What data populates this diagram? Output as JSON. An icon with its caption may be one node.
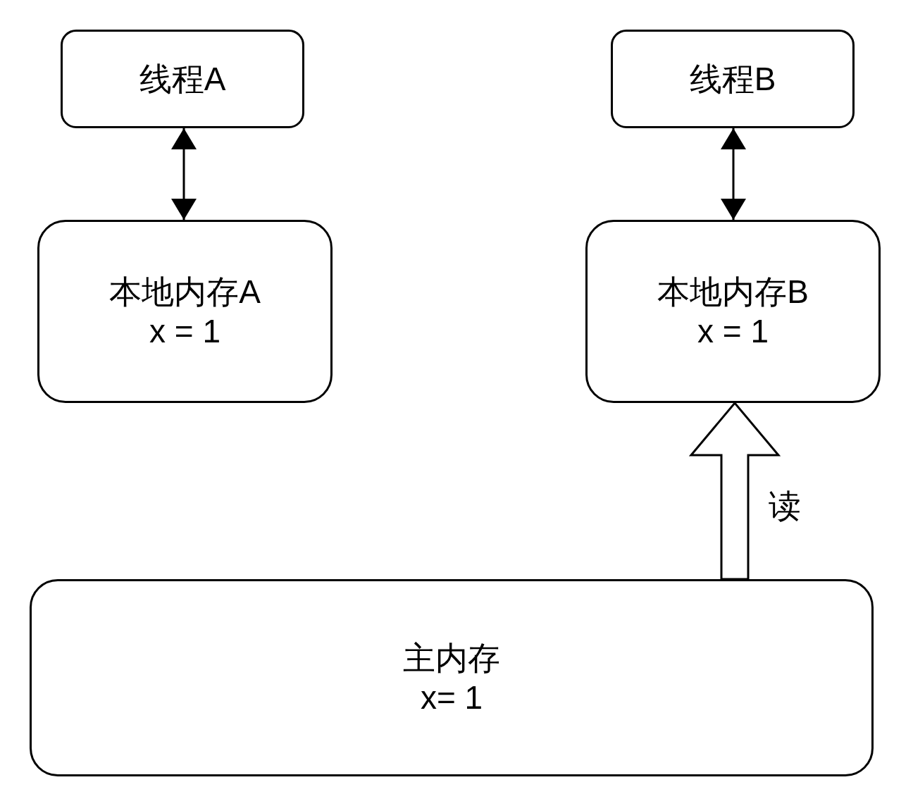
{
  "diagram": {
    "nodes": [
      {
        "text": [
          "线程A"
        ]
      },
      {
        "text": [
          "线程B"
        ]
      },
      {
        "text": [
          "本地内存A",
          "x = 1"
        ]
      },
      {
        "text": [
          "本地内存B",
          "x = 1"
        ]
      },
      {
        "text": [
          "主内存",
          "x= 1"
        ]
      }
    ],
    "edges": [
      {
        "from": 0,
        "to": 2,
        "arrow": "both"
      },
      {
        "from": 1,
        "to": 3,
        "arrow": "both"
      },
      {
        "from": 4,
        "to": 3,
        "arrow": "to",
        "label": "读",
        "style": "thick"
      }
    ]
  }
}
